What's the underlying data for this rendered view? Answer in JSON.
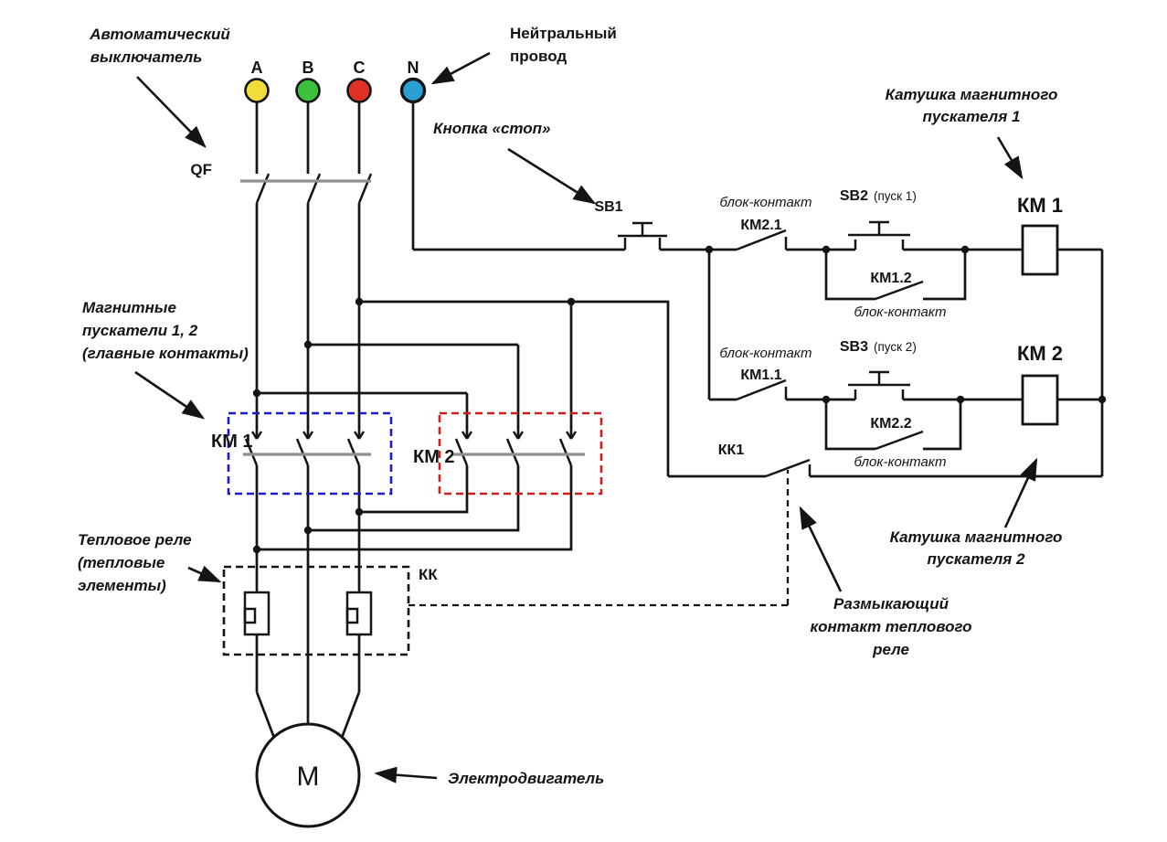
{
  "diagram": {
    "colors": {
      "km1": "#1c1ccb",
      "km2": "#d01d1d",
      "wire": "#141414"
    },
    "phases": [
      {
        "label": "A",
        "color": "#f0dd3c"
      },
      {
        "label": "B",
        "color": "#3cc13c"
      },
      {
        "label": "C",
        "color": "#e03127"
      },
      {
        "label": "N",
        "color": "#2a9fd4"
      }
    ],
    "labels": {
      "qf": "QF",
      "kk": "КК",
      "kk1": "КК1",
      "sb1": "SB1",
      "sb2": "SB2",
      "sb2_note": "(пуск 1)",
      "sb3": "SB3",
      "sb3_note": "(пуск 2)",
      "km21": "КМ2.1",
      "km12": "КМ1.2",
      "km11": "КМ1.1",
      "km22": "КМ2.2",
      "block_contact": "блок-контакт",
      "km1": "КМ 1",
      "km2": "КМ 2",
      "motor": "M"
    },
    "annotations": {
      "breaker": [
        "Автоматический",
        "выключатель"
      ],
      "neutral": [
        "Нейтральный",
        "провод"
      ],
      "stop_button": "Кнопка «стоп»",
      "coil1": [
        "Катушка магнитного",
        "пускателя 1"
      ],
      "main_contacts": [
        "Магнитные",
        "пускатели 1, 2",
        "(главные контакты)"
      ],
      "thermal_relay": [
        "Тепловое реле",
        "(тепловые",
        "элементы)"
      ],
      "coil2": [
        "Катушка магнитного",
        "пускателя 2"
      ],
      "thermal_nc": [
        "Размыкающий",
        "контакт теплового",
        "реле"
      ],
      "motor": "Электродвигатель"
    }
  }
}
